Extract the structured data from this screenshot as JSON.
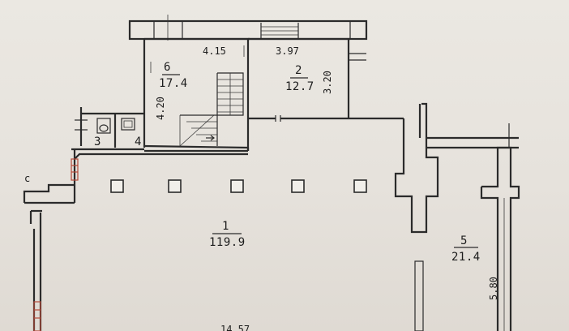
{
  "rooms": [
    {
      "number": "1",
      "area": "119.9"
    },
    {
      "number": "2",
      "area": "12.7"
    },
    {
      "number": "3"
    },
    {
      "number": "4"
    },
    {
      "number": "5",
      "area": "21.4"
    },
    {
      "number": "6",
      "area": "17.4"
    }
  ],
  "dimensions": {
    "room6_width": "4.15",
    "room2_width": "3.97",
    "room6_depth": "4.20",
    "room2_depth": "3.20",
    "room5_depth": "5.80",
    "bottom_partial": "14.57"
  },
  "marks": {
    "left_letter": "c"
  }
}
